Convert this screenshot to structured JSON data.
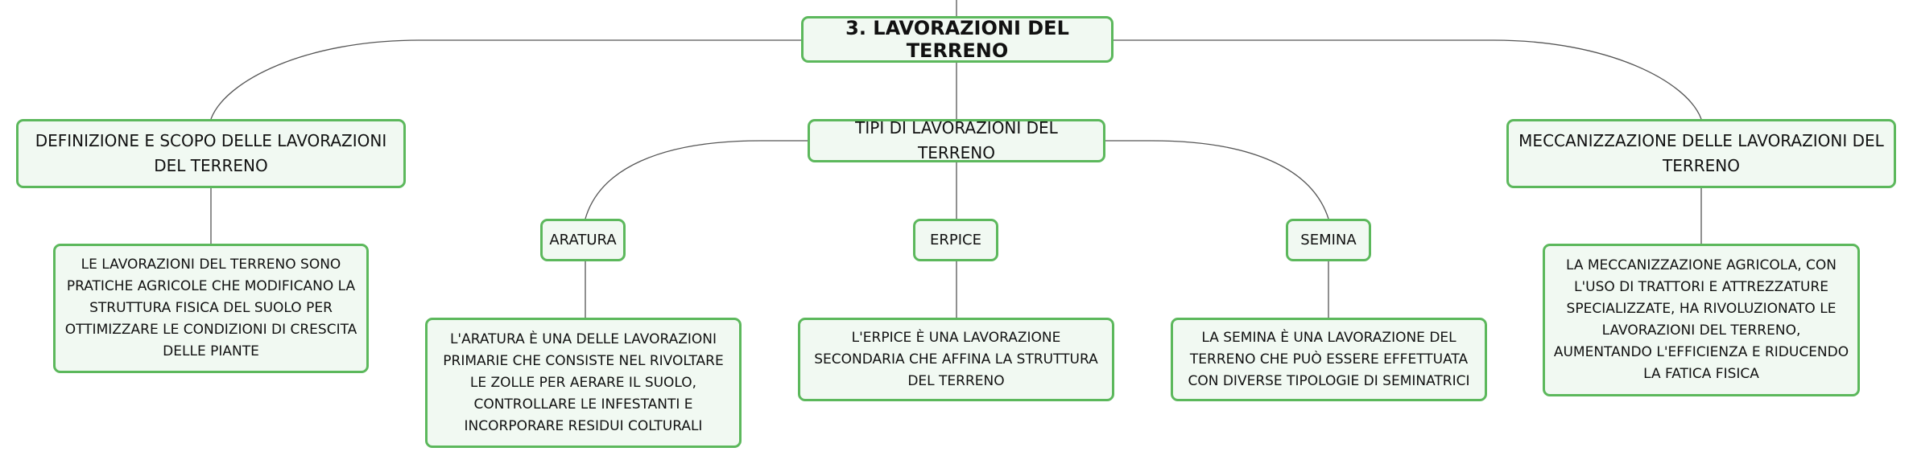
{
  "root": {
    "label": "3. LAVORAZIONI DEL TERRENO"
  },
  "branches": {
    "definizione": {
      "label": "DEFINIZIONE E SCOPO DELLE LAVORAZIONI DEL TERRENO",
      "detail": "LE LAVORAZIONI DEL TERRENO SONO PRATICHE AGRICOLE CHE MODIFICANO LA STRUTTURA FISICA DEL SUOLO PER OTTIMIZZARE LE CONDIZIONI DI CRESCITA DELLE PIANTE"
    },
    "tipi": {
      "label": "TIPI DI LAVORAZIONI DEL TERRENO",
      "aratura": {
        "label": "ARATURA",
        "detail": "L'ARATURA È UNA DELLE LAVORAZIONI PRIMARIE CHE CONSISTE NEL RIVOLTARE LE ZOLLE PER AERARE IL SUOLO, CONTROLLARE LE INFESTANTI E INCORPORARE RESIDUI COLTURALI"
      },
      "erpice": {
        "label": "ERPICE",
        "detail": "L'ERPICE È UNA LAVORAZIONE SECONDARIA CHE AFFINA LA STRUTTURA DEL TERRENO"
      },
      "semina": {
        "label": "SEMINA",
        "detail": "LA SEMINA È UNA LAVORAZIONE DEL TERRENO CHE PUÒ ESSERE EFFETTUATA CON DIVERSE TIPOLOGIE DI SEMINATRICI"
      }
    },
    "meccanizzazione": {
      "label": "MECCANIZZAZIONE DELLE LAVORAZIONI DEL TERRENO",
      "detail": "LA MECCANIZZAZIONE AGRICOLA, CON L'USO DI TRATTORI E ATTREZZATURE SPECIALIZZATE, HA RIVOLUZIONATO LE LAVORAZIONI DEL TERRENO, AUMENTANDO L'EFFICIENZA E RIDUCENDO LA FATICA FISICA"
    }
  },
  "colors": {
    "node_border": "#5cb85c",
    "node_fill": "#f1f9f2",
    "connector": "#555555"
  }
}
